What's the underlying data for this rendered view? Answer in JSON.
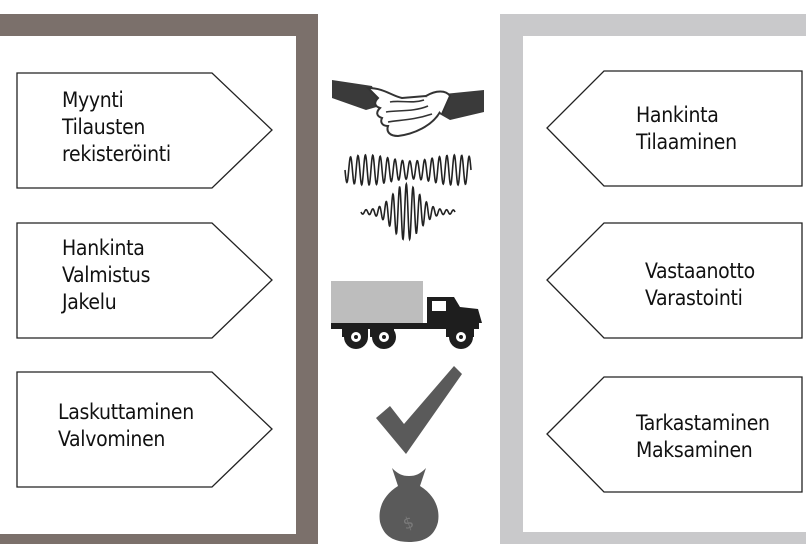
{
  "left_boxes": [
    {
      "lines": [
        "Myynti",
        "Tilausten",
        "rekisteröinti"
      ]
    },
    {
      "lines": [
        "Hankinta",
        "Valmistus",
        "Jakelu"
      ]
    },
    {
      "lines": [
        "Laskuttaminen",
        "Valvominen"
      ]
    }
  ],
  "right_boxes": [
    {
      "lines": [
        "Hankinta",
        "Tilaaminen"
      ]
    },
    {
      "lines": [
        "Vastaanotto",
        "Varastointi"
      ]
    },
    {
      "lines": [
        "Tarkastaminen",
        "Maksaminen"
      ]
    }
  ],
  "icons": [
    "handshake-icon",
    "signal-wave-icon",
    "truck-icon",
    "checkmark-icon",
    "money-bag-icon"
  ],
  "colors": {
    "left_frame": "#7b706b",
    "right_frame": "#c9c9cb"
  }
}
